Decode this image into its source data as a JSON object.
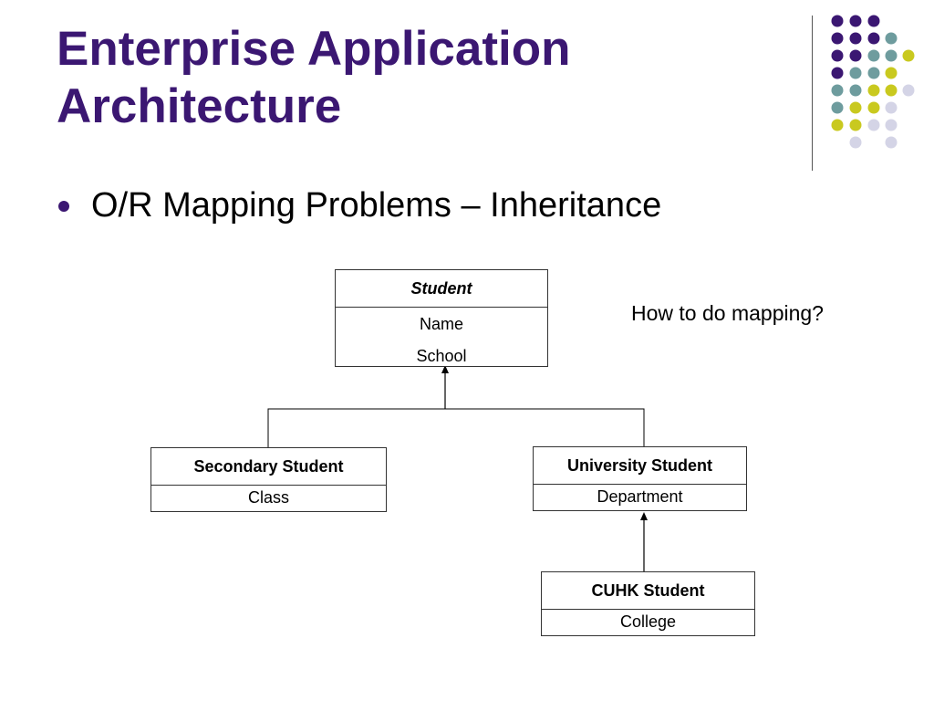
{
  "slide": {
    "title_line1": "Enterprise Application",
    "title_line2": "Architecture",
    "bullet": "O/R Mapping Problems – Inheritance",
    "note": "How to do mapping?"
  },
  "colors": {
    "title": "#3b1772",
    "dot_purple": "#3b1772",
    "dot_teal": "#6e9c9e",
    "dot_yellow": "#c9c91f",
    "dot_lavender": "#d4d4e6"
  },
  "diagram": {
    "student": {
      "name": "Student",
      "attrs": [
        "Name",
        "School"
      ]
    },
    "secondary": {
      "name": "Secondary Student",
      "attrs": [
        "Class"
      ]
    },
    "university": {
      "name": "University Student",
      "attrs": [
        "Department"
      ]
    },
    "cuhk": {
      "name": "CUHK Student",
      "attrs": [
        "College"
      ]
    }
  }
}
